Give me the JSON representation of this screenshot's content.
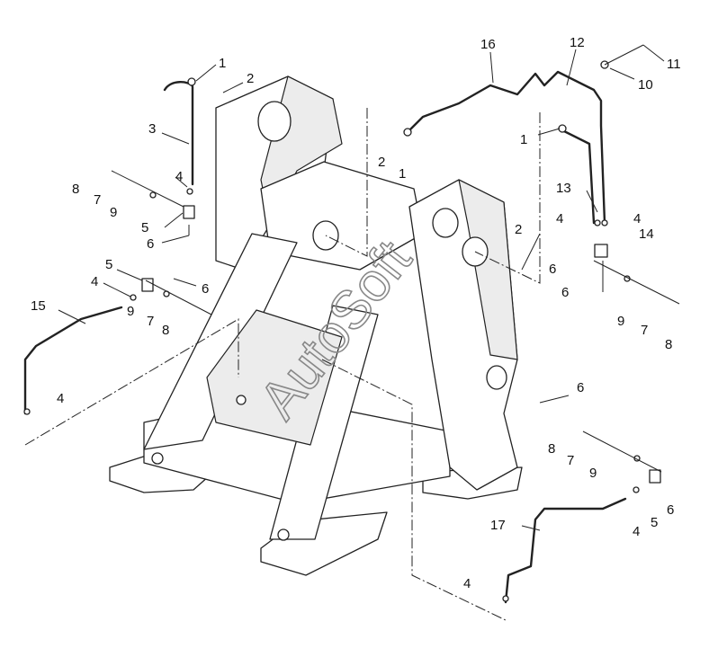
{
  "watermark": "AutoSoft",
  "callouts": [
    {
      "id": "c1a",
      "text": "1"
    },
    {
      "id": "c2a",
      "text": "2"
    },
    {
      "id": "c3",
      "text": "3"
    },
    {
      "id": "c8a",
      "text": "8"
    },
    {
      "id": "c7a",
      "text": "7"
    },
    {
      "id": "c9a",
      "text": "9"
    },
    {
      "id": "c4a",
      "text": "4"
    },
    {
      "id": "c5a",
      "text": "5"
    },
    {
      "id": "c6a",
      "text": "6"
    },
    {
      "id": "c5b",
      "text": "5"
    },
    {
      "id": "c4b",
      "text": "4"
    },
    {
      "id": "c6b",
      "text": "6"
    },
    {
      "id": "c15",
      "text": "15"
    },
    {
      "id": "c9b",
      "text": "9"
    },
    {
      "id": "c7b",
      "text": "7"
    },
    {
      "id": "c8b",
      "text": "8"
    },
    {
      "id": "c4c",
      "text": "4"
    },
    {
      "id": "c16",
      "text": "16"
    },
    {
      "id": "c12",
      "text": "12"
    },
    {
      "id": "c11",
      "text": "11"
    },
    {
      "id": "c10",
      "text": "10"
    },
    {
      "id": "c2b",
      "text": "2"
    },
    {
      "id": "c1b",
      "text": "1"
    },
    {
      "id": "c1c",
      "text": "1"
    },
    {
      "id": "c13",
      "text": "13"
    },
    {
      "id": "c4d",
      "text": "4"
    },
    {
      "id": "c4e",
      "text": "4"
    },
    {
      "id": "c14",
      "text": "14"
    },
    {
      "id": "c2c",
      "text": "2"
    },
    {
      "id": "c6c",
      "text": "6"
    },
    {
      "id": "c6d",
      "text": "6"
    },
    {
      "id": "c9c",
      "text": "9"
    },
    {
      "id": "c7c",
      "text": "7"
    },
    {
      "id": "c8c",
      "text": "8"
    },
    {
      "id": "c6e",
      "text": "6"
    },
    {
      "id": "c8d",
      "text": "8"
    },
    {
      "id": "c7d",
      "text": "7"
    },
    {
      "id": "c9d",
      "text": "9"
    },
    {
      "id": "c17",
      "text": "17"
    },
    {
      "id": "c4f",
      "text": "4"
    },
    {
      "id": "c5c",
      "text": "5"
    },
    {
      "id": "c6f",
      "text": "6"
    },
    {
      "id": "c4g",
      "text": "4"
    }
  ]
}
